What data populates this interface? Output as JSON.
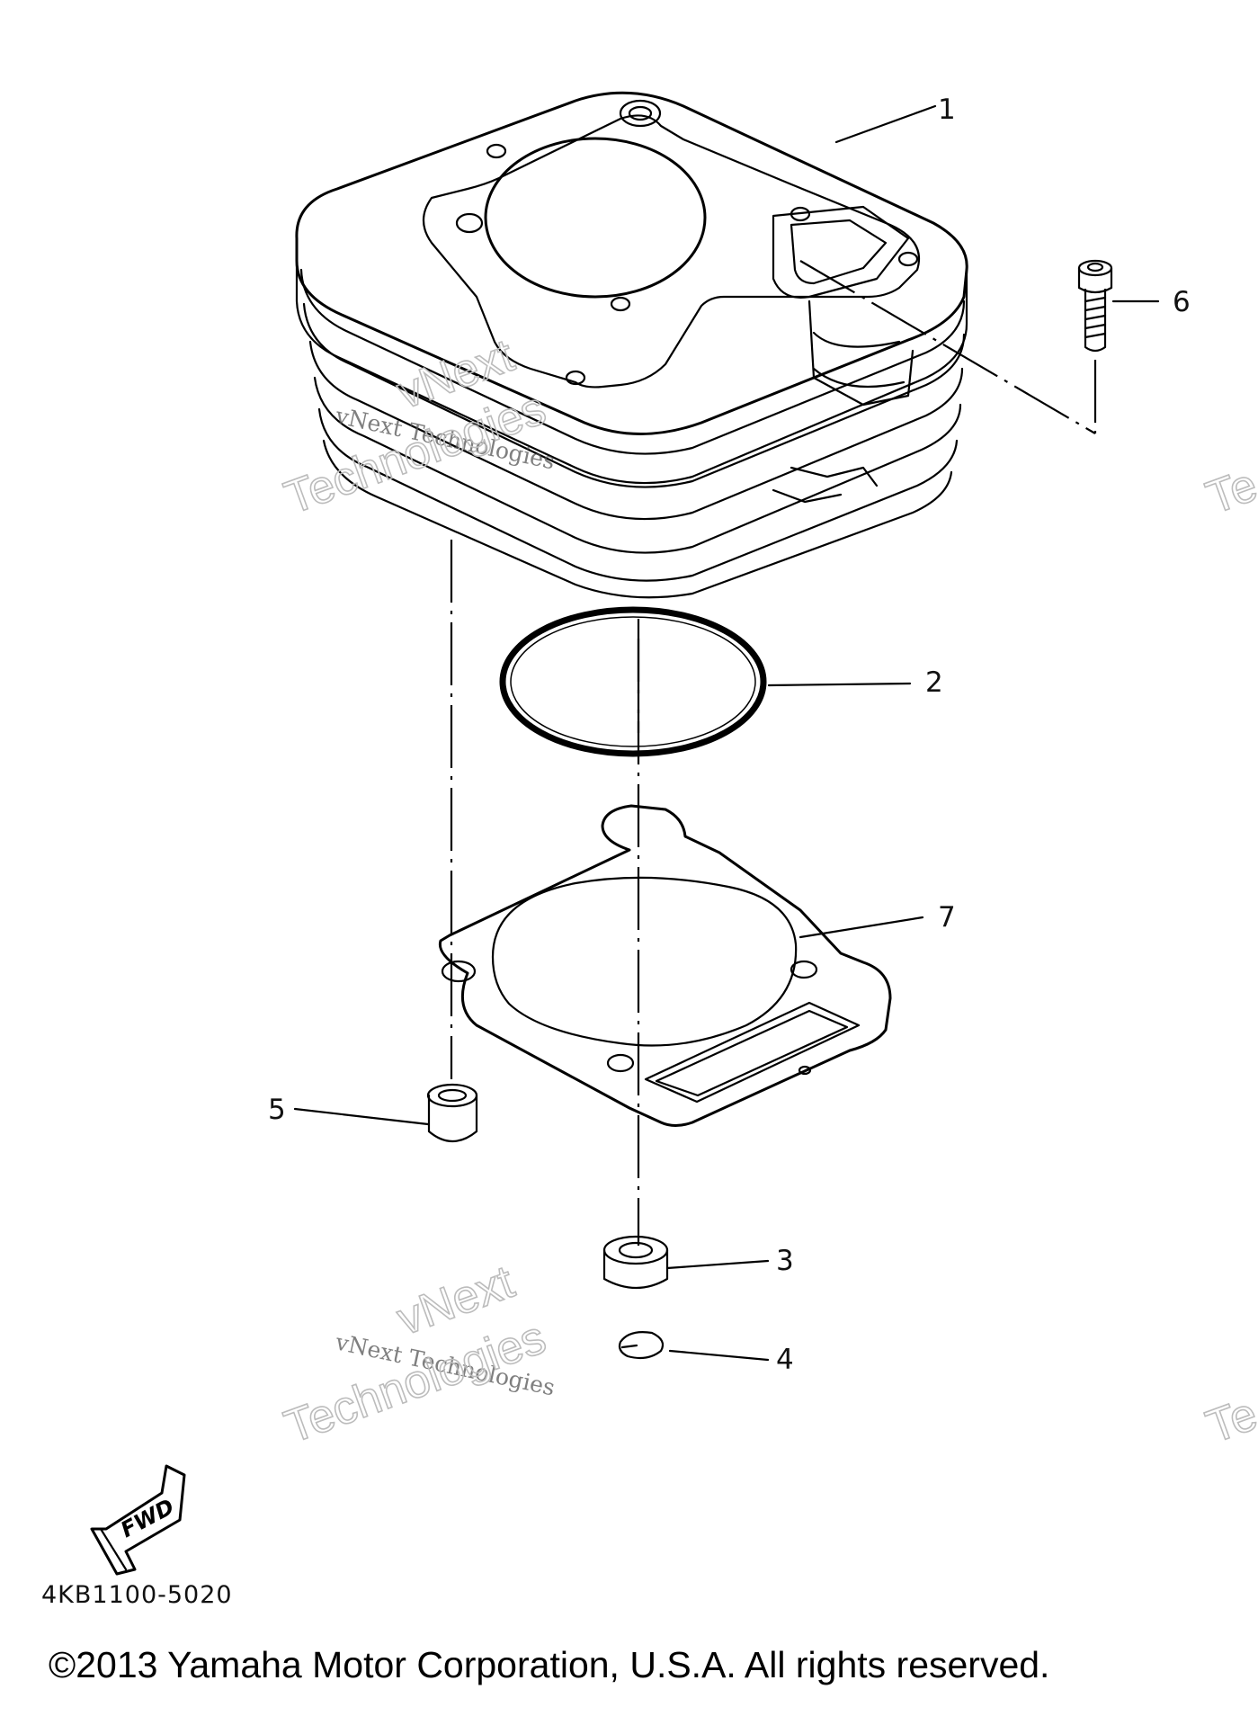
{
  "callouts": [
    "1",
    "2",
    "3",
    "4",
    "5",
    "6",
    "7"
  ],
  "watermark": {
    "line1": "vNext Technologies",
    "line2": "vNext",
    "line3": "Technologies",
    "edge": "Te"
  },
  "diagram_code": "4KB1100-5020",
  "fwd_label": "FWD",
  "copyright": "©2013 Yamaha Motor Corporation, U.S.A. All rights reserved."
}
